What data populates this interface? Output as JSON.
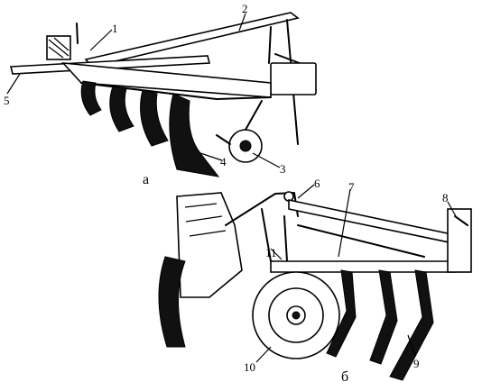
{
  "figure": {
    "captions": {
      "a": "а",
      "b": "б"
    },
    "callouts": [
      "1",
      "2",
      "3",
      "4",
      "5",
      "6",
      "7",
      "8",
      "9",
      "10",
      "11"
    ]
  }
}
